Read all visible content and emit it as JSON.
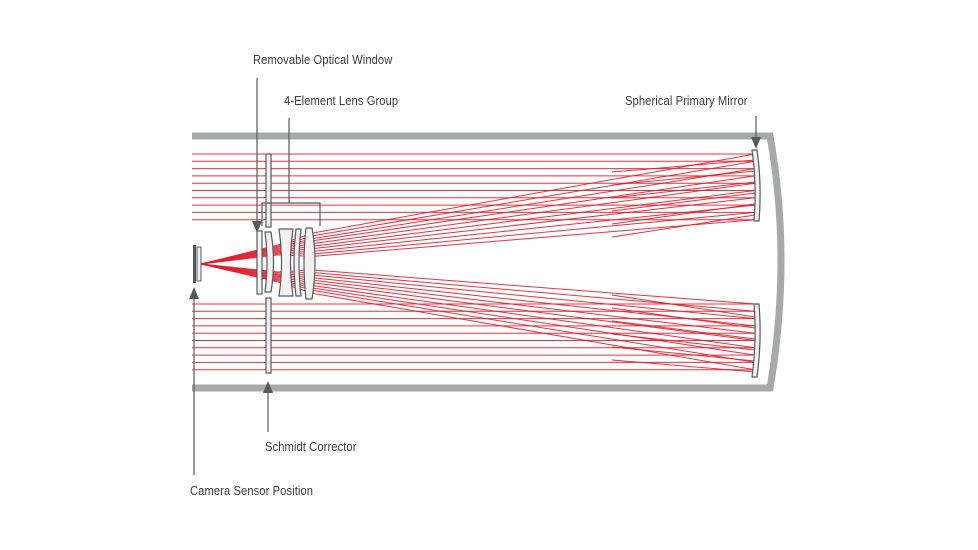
{
  "labels": {
    "removable_optical_window": "Removable Optical Window",
    "lens_group": "4-Element Lens Group",
    "primary_mirror": "Spherical Primary Mirror",
    "schmidt_corrector": "Schmidt Corrector",
    "camera_sensor": "Camera Sensor Position"
  },
  "colors": {
    "tube": "#a7a8aa",
    "ray": "#e01e2d",
    "optics_fill": "#f1f1f2",
    "optics_stroke": "#58595b",
    "arrow": "#58595b",
    "text": "#3a3a3a"
  }
}
